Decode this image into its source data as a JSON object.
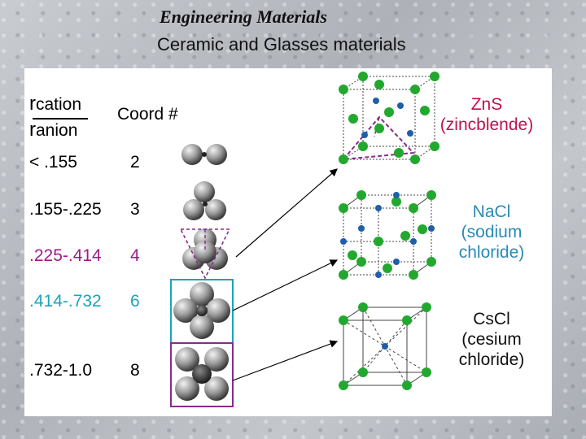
{
  "header": {
    "title": "Engineering Materials",
    "subtitle": "Ceramic and Glasses materials"
  },
  "table": {
    "ratio_numerator_r": "r",
    "ratio_numerator_sub": "cation",
    "ratio_denominator_r": "r",
    "ratio_denominator_sub": "anion",
    "coord_header": "Coord #",
    "rows": [
      {
        "range": "< .155",
        "coord": "2",
        "color": "#000000"
      },
      {
        "range": ".155-.225",
        "coord": "3",
        "color": "#000000"
      },
      {
        "range": ".225-.414",
        "coord": "4",
        "color": "#a01a8a"
      },
      {
        "range": ".414-.732",
        "coord": "6",
        "color": "#1aa4b8"
      },
      {
        "range": ".732-1.0",
        "coord": "8",
        "color": "#000000"
      }
    ]
  },
  "structures": {
    "zns": {
      "line1": "ZnS",
      "line2": "(zincblende)"
    },
    "nacl": {
      "line1": "NaCl",
      "line2": "(sodium",
      "line3": "chloride)"
    },
    "cscl": {
      "line1": "CsCl",
      "line2": "(cesium",
      "line3": "chloride)"
    }
  },
  "colors": {
    "anion_green": "#22a82e",
    "cation_blue": "#1f5fa8",
    "purple_box": "#8a2a8a",
    "cyan_box": "#1aa4b8",
    "zns_label": "#c0104c",
    "nacl_label": "#2a8ab6"
  }
}
